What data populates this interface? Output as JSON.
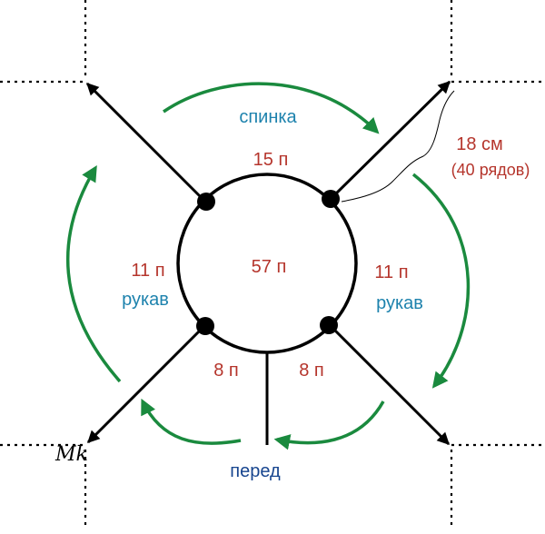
{
  "center_label": "57 п",
  "segments": {
    "back": {
      "count": "15 п",
      "name": "спинка"
    },
    "left_sleeve": {
      "count": "11 п",
      "name": "рукав"
    },
    "right_sleeve": {
      "count": "11 п",
      "name": "рукав"
    },
    "front_left": {
      "count": "8 п"
    },
    "front_right": {
      "count": "8 п"
    },
    "front": {
      "name": "перед"
    }
  },
  "raglan_length": {
    "measure": "18 см",
    "rows": "(40 рядов)"
  },
  "signature": "Mk",
  "colors": {
    "accent_green": "#1a8a3e",
    "red_text": "#b5352c",
    "blue_text": "#1d82ad",
    "navy_text": "#17458f",
    "lines": "#000000"
  }
}
